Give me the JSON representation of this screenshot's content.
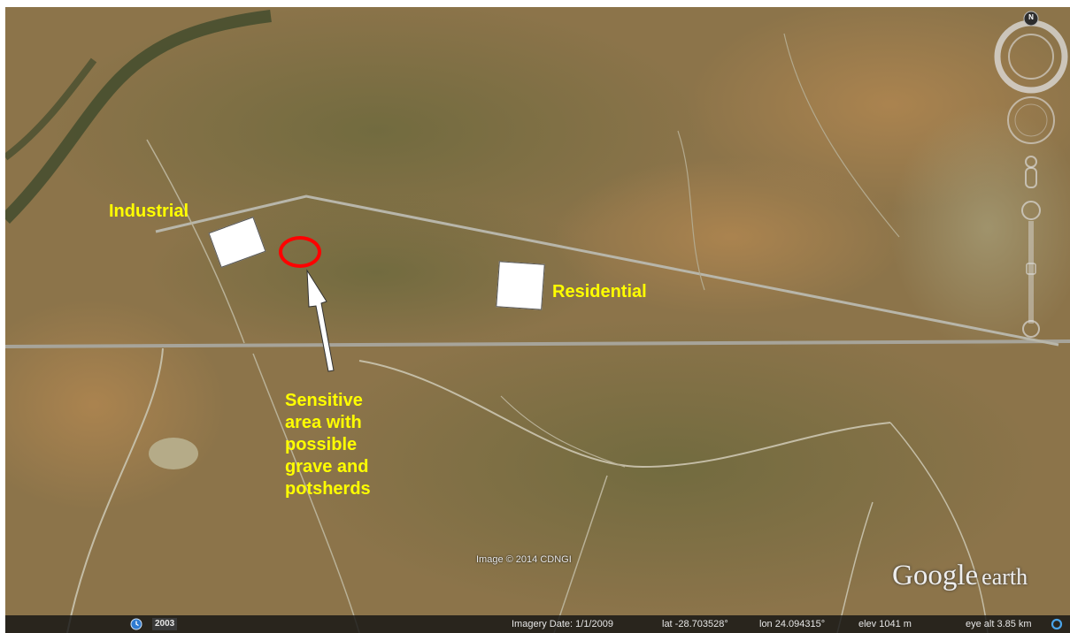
{
  "labels": {
    "industrial": "Industrial",
    "residential": "Residential",
    "sensitive": [
      "Sensitive",
      "area with",
      "possible",
      "grave and",
      "potsherds"
    ]
  },
  "credit": "Image © 2014 CDNGI",
  "logo": {
    "google": "Google",
    "earth": "earth"
  },
  "compass": {
    "north": "N"
  },
  "status": {
    "year": "2003",
    "imagery_date": "Imagery Date: 1/1/2009",
    "lat": "lat -28.703528°",
    "lon": "lon 24.094315°",
    "elev": "elev 1041 m",
    "eye_alt": "eye alt 3.85 km"
  },
  "icons": {
    "history": "clock-icon",
    "streaming": "streaming-ring-icon",
    "compass": "compass-icon",
    "look": "look-joystick-icon",
    "pegman": "pegman-icon",
    "zoom": "zoom-slider-icon"
  },
  "colors": {
    "annotation_text": "#ffff00",
    "highlight_ring": "#ff0000",
    "marker_fill": "#ffffff"
  }
}
